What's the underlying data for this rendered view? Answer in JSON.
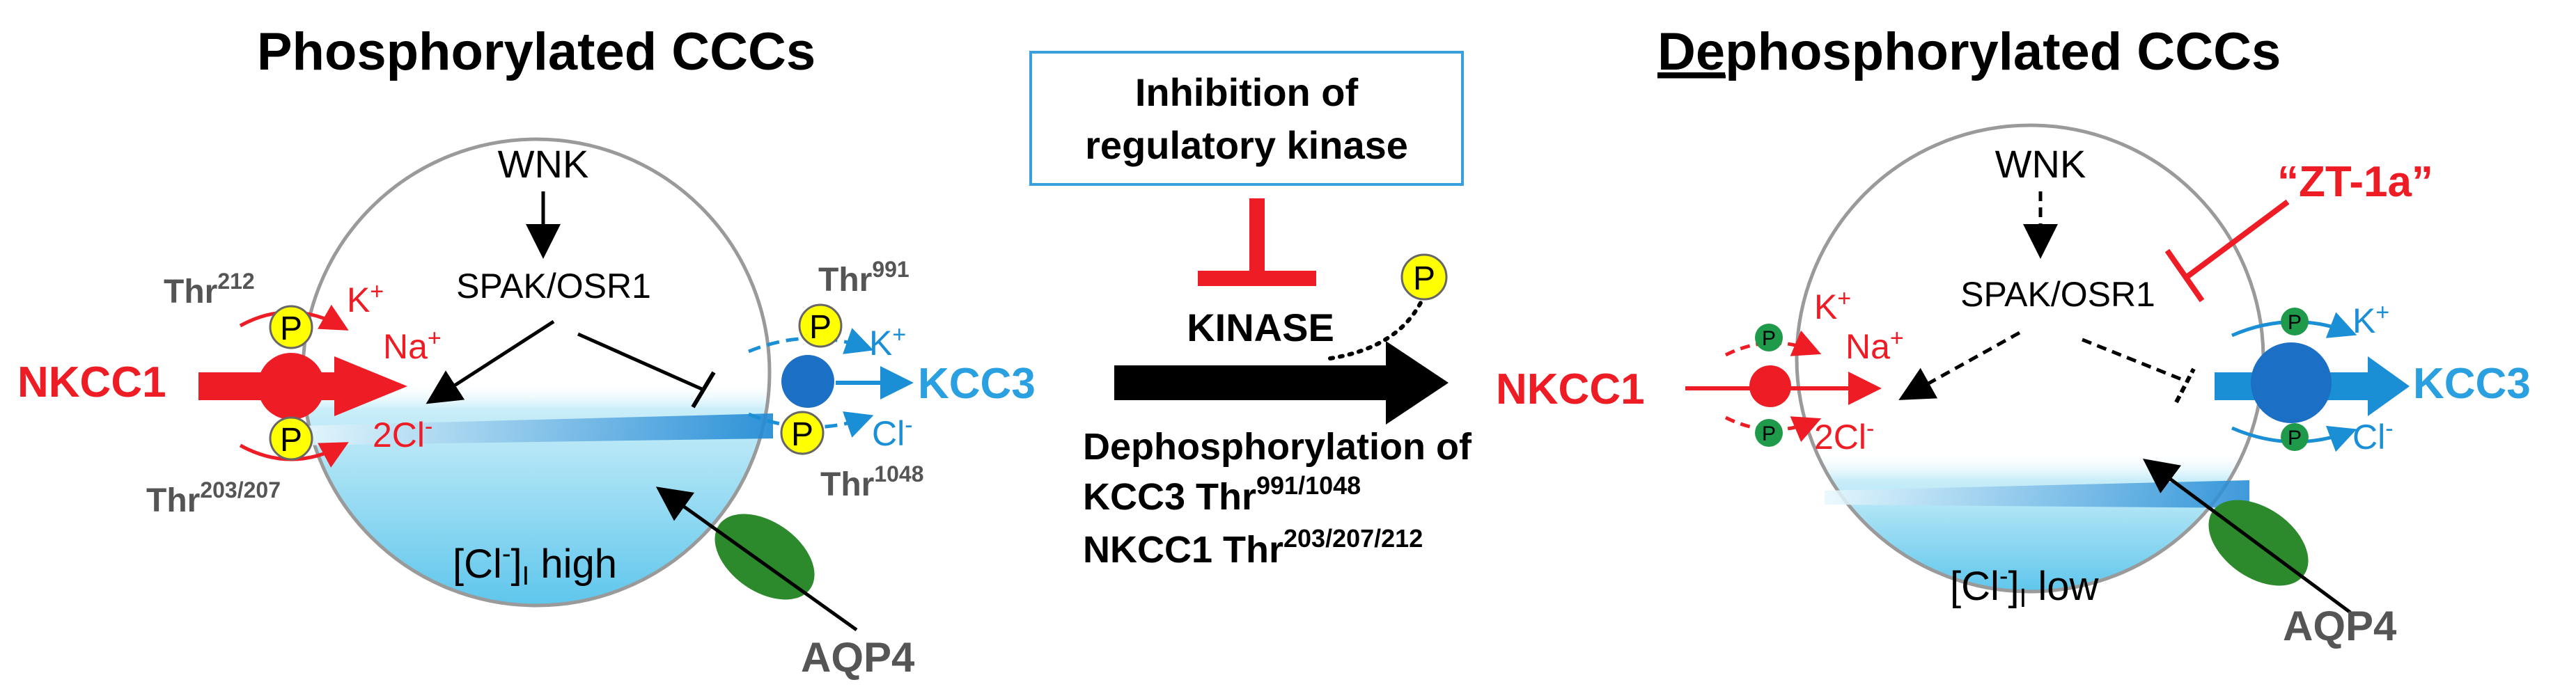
{
  "colors": {
    "red": "#ee1c24",
    "blue": "#1b8fd6",
    "cyan_label": "#2aa0e0",
    "gray": "#555555",
    "yellow": "#ffff00",
    "green": "#1f9a4a",
    "aqp4": "#2c8a2c",
    "box_border": "#3aa0dc",
    "black": "#000000"
  },
  "left_panel": {
    "title": "Phosphorylated CCCs",
    "wnk": "WNK",
    "spak": "SPAK/OSR1",
    "nkcc1": "NKCC1",
    "kcc3": "KCC3",
    "k_plus": "K",
    "na_plus": "Na",
    "cl": "2Cl",
    "k_plus_kcc": "K",
    "cl_kcc": "Cl",
    "p": "P",
    "thr212": {
      "base": "Thr",
      "sup": "212"
    },
    "thr203": {
      "base": "Thr",
      "sup": "203/207"
    },
    "thr991": {
      "base": "Thr",
      "sup": "991"
    },
    "thr1048": {
      "base": "Thr",
      "sup": "1048"
    },
    "cl_in": {
      "pre": "[Cl",
      "sup": "-",
      "close": "]",
      "sub": "I",
      "post": " high"
    },
    "aqp4": "AQP4"
  },
  "middle": {
    "box_line1": "Inhibition of",
    "box_line2": "regulatory kinase",
    "kinase": "KINASE",
    "p": "P",
    "dephos_line1": "Dephosphorylation of",
    "dephos_line2": {
      "base": "KCC3 Thr",
      "sup": "991/1048"
    },
    "dephos_line3": {
      "base": "NKCC1 Thr",
      "sup": "203/207/212"
    }
  },
  "right_panel": {
    "title_underlined": "De",
    "title_rest": "phosphorylated CCCs",
    "wnk": "WNK",
    "spak": "SPAK/OSR1",
    "inhibitor": "“ZT-1a”",
    "nkcc1": "NKCC1",
    "kcc3": "KCC3",
    "k_plus": "K",
    "na_plus": "Na",
    "cl": "2Cl",
    "k_plus_kcc": "K",
    "cl_kcc": "Cl",
    "p": "P",
    "cl_in": {
      "pre": "[Cl",
      "sup": "-",
      "close": "]",
      "sub": "I",
      "post": " low"
    },
    "aqp4": "AQP4"
  }
}
